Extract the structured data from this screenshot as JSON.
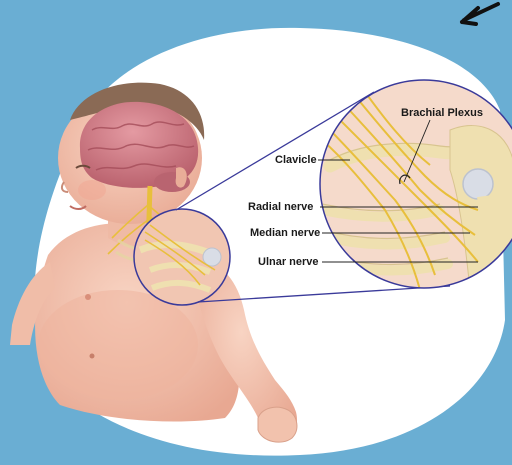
{
  "labels": {
    "brachial_plexus": "Brachial Plexus",
    "clavicle": "Clavicle",
    "radial_nerve": "Radial nerve",
    "median_nerve": "Median nerve",
    "ulnar_nerve": "Ulnar nerve"
  },
  "colors": {
    "background": "#6aaed3",
    "backdrop": "#ffffff",
    "outline": "#3a3a9a",
    "skin": "#f2c2ad",
    "skin_shadow": "#e2a28a",
    "brain": "#cf7d86",
    "nerve": "#e8bf3c",
    "bone": "#efe0b0",
    "arrow": "#111111"
  }
}
